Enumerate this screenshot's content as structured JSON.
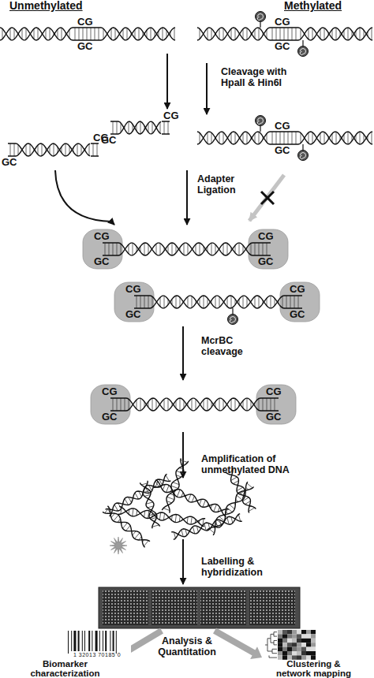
{
  "diagram": {
    "nodes": [
      {
        "text": [
          "CG",
          "GC"
        ]
      },
      {
        "text": [
          "CG",
          "GC"
        ]
      },
      {
        "text": [
          "GC",
          "CG",
          "GC",
          "CG"
        ]
      },
      {
        "text": [
          "CG",
          "GC"
        ]
      },
      {
        "text": [
          "CG",
          "GC",
          "CG",
          "GC"
        ]
      },
      {
        "text": [
          "CG",
          "GC",
          "CG",
          "GC"
        ]
      },
      {
        "text": [
          "CG",
          "GC",
          "CG",
          "GC"
        ]
      }
    ],
    "edges": [
      {
        "from": 0,
        "to": 2,
        "arrow": "to"
      },
      {
        "from": 1,
        "to": 3,
        "arrow": "to"
      },
      {
        "from": 2,
        "to": 4,
        "arrow": "to"
      },
      {
        "from": 2,
        "to": 4,
        "arrow": "to"
      },
      {
        "from": 5,
        "to": 6,
        "arrow": "to"
      }
    ],
    "labels": [
      "Unmethylated",
      "Methylated",
      "Cleavage with HpaII & Hin6I",
      "Adapter Ligation",
      "McrBC cleavage",
      "Amplification of unmethylated DNA",
      "Labelling & hybridization",
      "Analysis & Quantitation",
      "Biomarker characterization",
      "Clustering & network mapping",
      "1 32013 70185 0"
    ]
  }
}
